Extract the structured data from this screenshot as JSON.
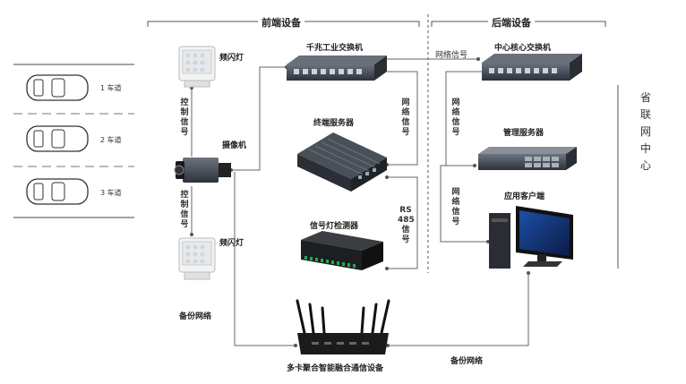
{
  "sections": {
    "front": "前端设备",
    "back": "后端设备"
  },
  "lanes": [
    "1 车道",
    "2 车道",
    "3 车道"
  ],
  "devices": {
    "flash_top": "频闪灯",
    "camera": "摄像机",
    "flash_bottom": "频闪灯",
    "gigabit_switch": "千兆工业交换机",
    "terminal_server": "终端服务器",
    "signal_detector": "信号灯检测器",
    "core_switch": "中心核心交换机",
    "mgmt_server": "管理服务器",
    "app_client": "应用客户端",
    "multicard_device": "多卡聚合智能融合通信设备"
  },
  "links": {
    "control_top": "控制信号",
    "control_bottom": "控制信号",
    "net_switch_to_core": "网络信号",
    "net_front_vertical": "网络信号",
    "rs485": [
      "RS",
      "485",
      "信",
      "号"
    ],
    "net_back_top": "网络信号",
    "net_back_bottom": "网络信号",
    "backup_left": "备份网络",
    "backup_right": "备份网络"
  },
  "province_center": "省联网中心"
}
